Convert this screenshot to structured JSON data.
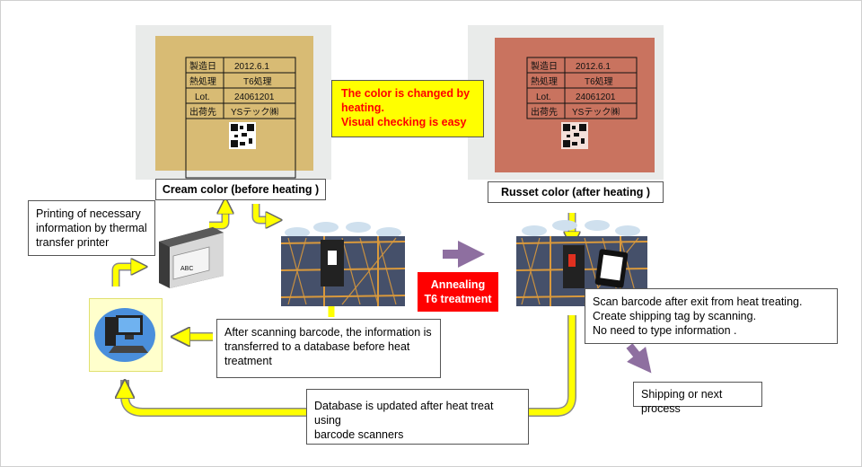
{
  "labels": {
    "cream": {
      "row1": [
        "製造日",
        "2012.6.1"
      ],
      "row2": [
        "熱処理",
        "T6処理"
      ],
      "row3": [
        "Lot.",
        "24061201"
      ],
      "row4": [
        "出荷先",
        "YSテック㈱"
      ]
    },
    "russet": {
      "row1": [
        "製造日",
        "2012.6.1"
      ],
      "row2": [
        "熱処理",
        "T6処理"
      ],
      "row3": [
        "Lot.",
        "24061201"
      ],
      "row4": [
        "出荷先",
        "YSテック㈱"
      ]
    }
  },
  "captions": {
    "cream": "Cream color (before heating )",
    "russet": "Russet color (after heating )"
  },
  "callout": {
    "line1": "The color is changed by",
    "line2": "heating.",
    "line3": "Visual checking is easy"
  },
  "annealing": {
    "line1": "Annealing",
    "line2": "T6 treatment"
  },
  "printer_note": {
    "line1": "Printing of necessary",
    "line2": "information by thermal",
    "line3": "transfer printer"
  },
  "printer_tag_text": "ABC",
  "scan_note": {
    "line1": "After scanning barcode, the information is",
    "line2": "transferred to a database before heat",
    "line3": "treatment"
  },
  "exit_note": {
    "line1": "Scan barcode after exit from heat treating.",
    "line2": "Create shipping tag by scanning.",
    "line3": "No need to type information ."
  },
  "database_note": {
    "line1": "Database is updated after heat treat using",
    "line2": "barcode scanners"
  },
  "shipping": "Shipping or next process",
  "colors": {
    "cream_tag": "#d8bb74",
    "russet_tag": "#c9735f",
    "arrow_yellow": "#ffff00",
    "arrow_purple": "#8e6fa0",
    "annealing_red": "#ff0000",
    "callout_yellow": "#ffff00",
    "rack_orange": "#d9993c",
    "monitor_blue": "#3a8ee8"
  }
}
